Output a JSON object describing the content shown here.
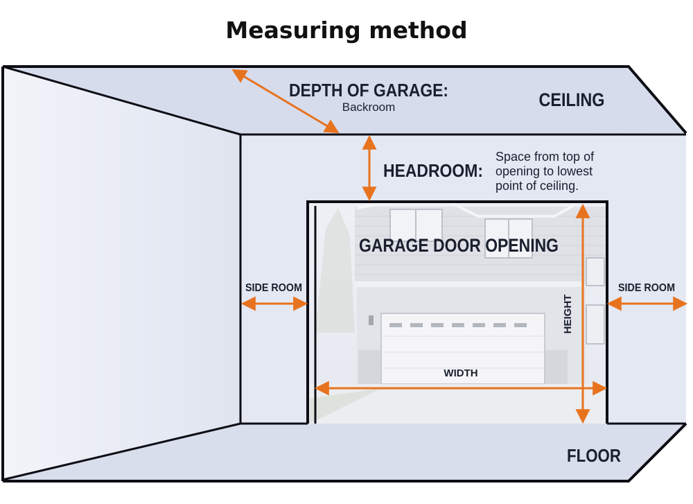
{
  "title": "Measuring method",
  "labels": {
    "depth_of_garage": "DEPTH OF GARAGE:",
    "depth_sub": "Backroom",
    "ceiling": "CEILING",
    "headroom": "HEADROOM:",
    "headroom_desc_1": "Space from top of",
    "headroom_desc_2": "opening to lowest",
    "headroom_desc_3": "point of ceiling.",
    "garage_door_opening": "GARAGE DOOR OPENING",
    "side_room_left": "SIDE ROOM",
    "side_room_right": "SIDE ROOM",
    "height": "HEIGHT",
    "width": "WIDTH",
    "floor": "FLOOR"
  },
  "colors": {
    "arrow": "#e8731f",
    "outline": "#0d0d14",
    "wall_fill": "#e1e6f2",
    "ceiling_fill": "#d6dcec",
    "floor_fill": "#d9deec",
    "back_wall_fill": "#e4e8f3"
  }
}
